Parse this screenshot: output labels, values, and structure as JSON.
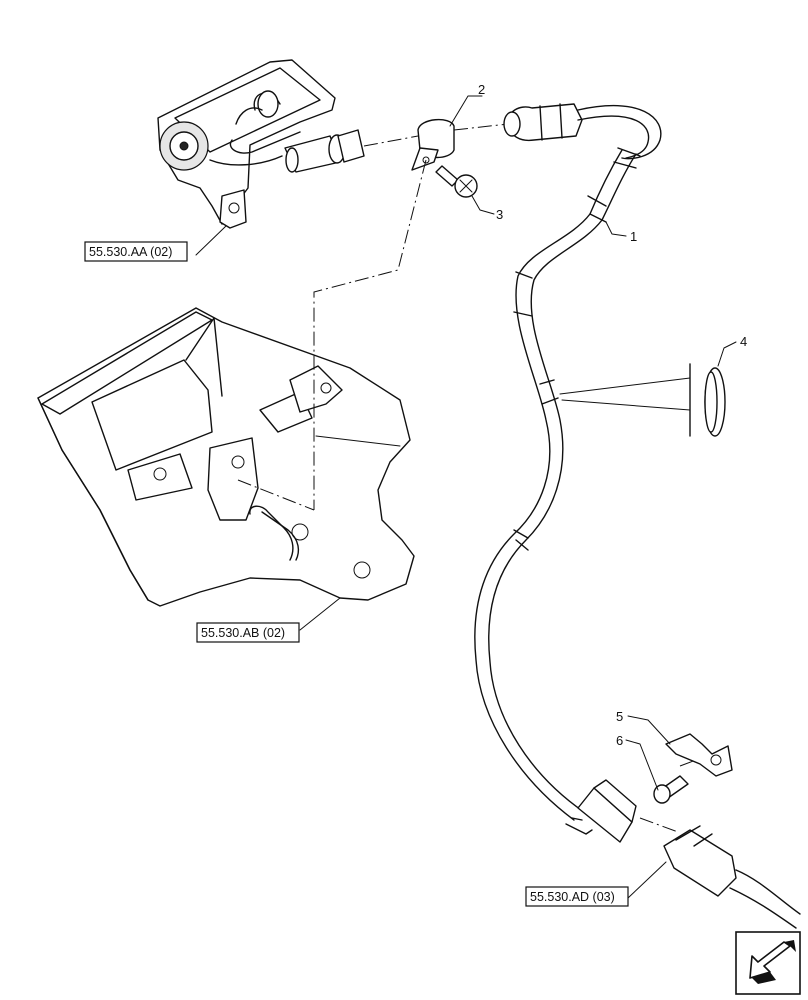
{
  "callouts": {
    "c1": "1",
    "c2": "2",
    "c3": "3",
    "c4": "4",
    "c5": "5",
    "c6": "6"
  },
  "references": {
    "aa": "55.530.AA (02)",
    "ab": "55.530.AB (02)",
    "ad": "55.530.AD (03)"
  },
  "icons": {
    "navigation": "arrow-down-left-icon"
  }
}
